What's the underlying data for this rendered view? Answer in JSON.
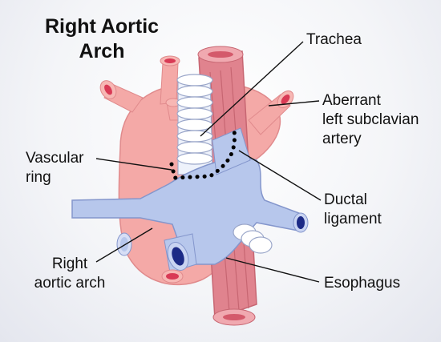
{
  "title": {
    "line1": "Right Aortic",
    "line2": "Arch"
  },
  "labels": {
    "trachea": "Trachea",
    "aberrant": {
      "line1": "Aberrant",
      "line2": "left subclavian",
      "line3": "artery"
    },
    "vascular_ring": {
      "line1": "Vascular",
      "line2": "ring"
    },
    "ductal": {
      "line1": "Ductal",
      "line2": "ligament"
    },
    "right_aortic_arch": {
      "line1": "Right",
      "line2": "aortic arch"
    },
    "esophagus": "Esophagus"
  },
  "colors": {
    "aorta": "#f4a9a7",
    "aorta_dark": "#e67d80",
    "vessel_lumen": "#d93a55",
    "pulmonary": "#b7c7ec",
    "pulmonary_lumen": "#1c2a86",
    "trachea_ring": "#ffffff",
    "esophagus": "#e0838e",
    "vascular_ring_dots": "#000000"
  }
}
